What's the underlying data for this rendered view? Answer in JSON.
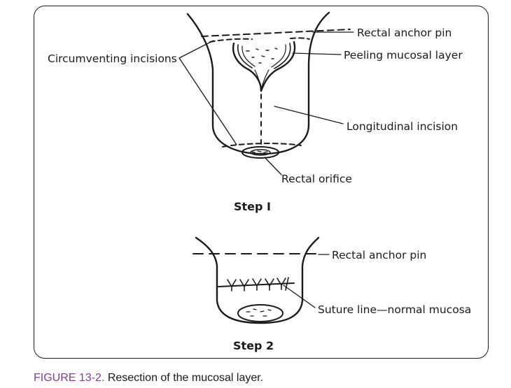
{
  "figure": {
    "step1": {
      "title": "Step I",
      "labels": {
        "rectal_anchor_pin": "Rectal anchor pin",
        "peeling_mucosal_layer": "Peeling mucosal layer",
        "circumventing_incisions": "Circumventing incisions",
        "longitudinal_incision": "Longitudinal incision",
        "rectal_orifice": "Rectal orifice"
      }
    },
    "step2": {
      "title": "Step 2",
      "labels": {
        "rectal_anchor_pin": "Rectal anchor pin",
        "suture_line": "Suture line—normal mucosa"
      }
    }
  },
  "caption": {
    "figure_number": "FIGURE 13-2.",
    "text": "Resection of the mucosal layer."
  },
  "colors": {
    "ink": "#1a1a1a",
    "caption_accent": "#7b3f8f"
  }
}
